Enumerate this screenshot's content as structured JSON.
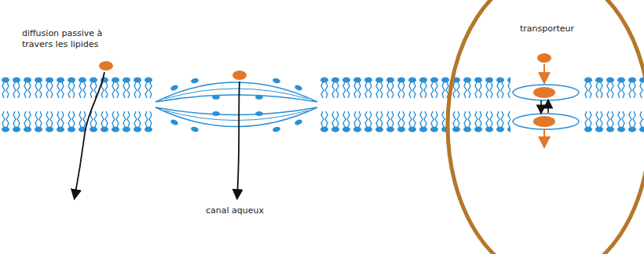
{
  "diagram": {
    "nodes": [
      {
        "text": [
          "transporteur"
        ]
      }
    ],
    "labels": [
      "diffusion passive à travers les lipides",
      "canal aqueux"
    ]
  }
}
